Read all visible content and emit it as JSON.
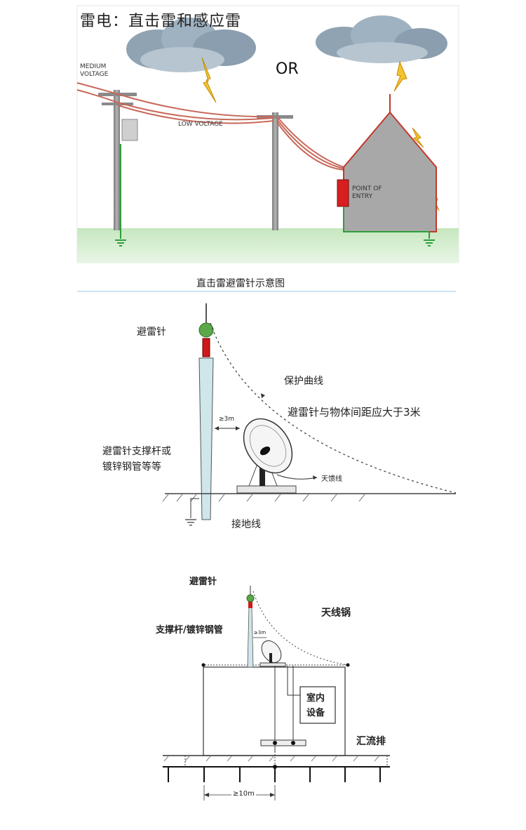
{
  "panel1": {
    "title": "雷电：直击雷和感应雷",
    "medium_voltage_line1": "MEDIUM",
    "medium_voltage_line2": "VOLTAGE",
    "or_label": "OR",
    "low_voltage": "LOW VOLTAGE",
    "point_of_entry_line1": "POINT OF",
    "point_of_entry_line2": "ENTRY",
    "colors": {
      "sky": "#ffffff",
      "ground": "#b9e0b1",
      "pole": "#9a9a9a",
      "house": "#a9a9a9",
      "wire": "#c0392b",
      "entry_box": "#d81e1e",
      "ground_wire": "#2e9e3a"
    }
  },
  "panel2": {
    "title": "直击雷避雷针示意图",
    "lightning_rod": "避雷针",
    "protection_curve": "保护曲线",
    "distance_rule": "避雷针与物体间距应大于3米",
    "support_line1": "避雷针支撑杆或",
    "support_line2": "镀锌钢管等等",
    "gap_label": "≥3m",
    "feeder_label": "天馈线",
    "ground_wire": "接地线"
  },
  "panel3": {
    "lightning_rod": "避雷针",
    "antenna_dish": "天线锅",
    "support": "支撑杆/镀锌钢管",
    "gap_label": "≥3m",
    "indoor_line1": "室内",
    "indoor_line2": "设备",
    "busbar": "汇流排",
    "spacing": "≥10m"
  }
}
